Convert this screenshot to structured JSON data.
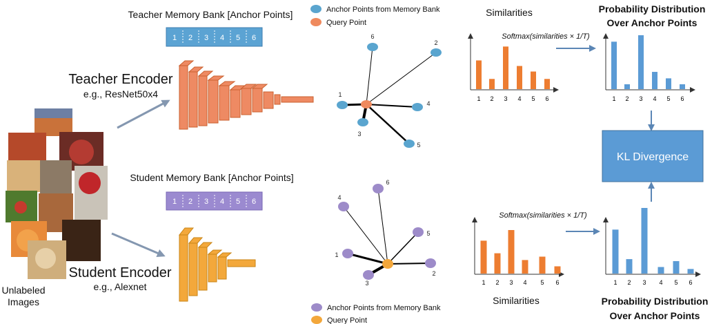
{
  "inputs": {
    "label_line1": "Unlabeled",
    "label_line2": "Images"
  },
  "teacher": {
    "memory_bank_title": "Teacher Memory Bank [Anchor Points]",
    "memory_bank_cells": [
      "1",
      "2",
      "3",
      "4",
      "5",
      "6"
    ],
    "encoder_title": "Teacher Encoder",
    "encoder_example": "e.g., ResNet50x4",
    "graph_labels": [
      "1",
      "2",
      "3",
      "4",
      "5",
      "6"
    ],
    "similarities_title": "Similarities",
    "similarities": [
      0.62,
      0.22,
      0.92,
      0.5,
      0.38,
      0.22
    ],
    "softmax_label": "Softmax(similarities × 1/T)",
    "prob_title_line1": "Probability Distribution",
    "prob_title_line2": "Over Anchor Points",
    "probabilities": [
      0.88,
      0.09,
      1.0,
      0.32,
      0.2,
      0.09
    ]
  },
  "student": {
    "memory_bank_title": "Student Memory Bank [Anchor Points]",
    "memory_bank_cells": [
      "1",
      "2",
      "3",
      "4",
      "5",
      "6"
    ],
    "encoder_title": "Student Encoder",
    "encoder_example": "e.g., Alexnet",
    "graph_labels": [
      "1",
      "2",
      "3",
      "4",
      "5",
      "6"
    ],
    "similarities_title": "Similarities",
    "similarities": [
      0.68,
      0.42,
      0.9,
      0.28,
      0.35,
      0.15
    ],
    "softmax_label": "Softmax(similarities × 1/T)",
    "prob_title_line1": "Probability Distribution",
    "prob_title_line2": "Over Anchor Points",
    "probabilities": [
      0.67,
      0.22,
      1.0,
      0.1,
      0.19,
      0.07
    ]
  },
  "axis_ticks": [
    "1",
    "2",
    "3",
    "4",
    "5",
    "6"
  ],
  "legend": {
    "anchor_label": "Anchor Points from Memory Bank",
    "query_label": "Query Point"
  },
  "kl": {
    "label": "KL Divergence"
  },
  "colors": {
    "teacher_block": "#ee8a63",
    "teacher_node": "#5aa5cf",
    "query_teacher": "#ef8a5e",
    "student_block": "#f3a83b",
    "student_node": "#9d8bc9",
    "query_student": "#f3a73b",
    "bank_teacher": "#5ba3d3",
    "bank_student": "#9b8ad0",
    "sim_bar": "#ed7d31",
    "prob_bar": "#5b9bd5",
    "kl_box": "#5b9bd5",
    "arrow": "#8497b0"
  }
}
